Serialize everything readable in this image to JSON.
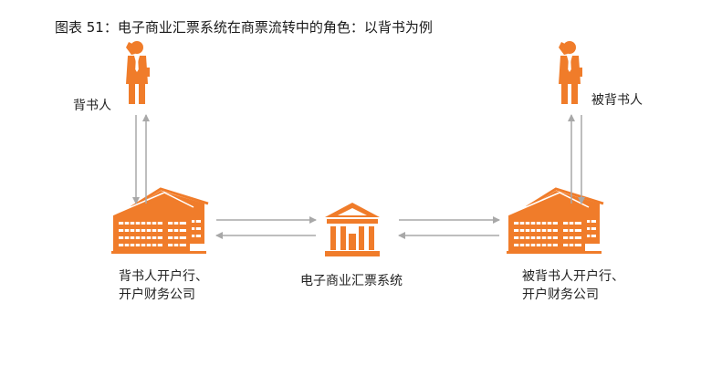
{
  "title": "图表 51：电子商业汇票系统在商票流转中的角色：以背书为例",
  "colors": {
    "accent": "#f07c2a",
    "arrow": "#a8a8a8",
    "text": "#222222"
  },
  "nodes": {
    "endorser": {
      "label": "背书人",
      "icon": "businessman-icon"
    },
    "endorsee": {
      "label": "被背书人",
      "icon": "businessman-icon"
    },
    "endorser_bank": {
      "line1": "背书人开户行、",
      "line2": "开户财务公司",
      "icon": "office-building-icon"
    },
    "system": {
      "label": "电子商业汇票系统",
      "icon": "bank-building-icon"
    },
    "endorsee_bank": {
      "line1": "被背书人开户行、",
      "line2": "开户财务公司",
      "icon": "office-building-icon"
    }
  }
}
